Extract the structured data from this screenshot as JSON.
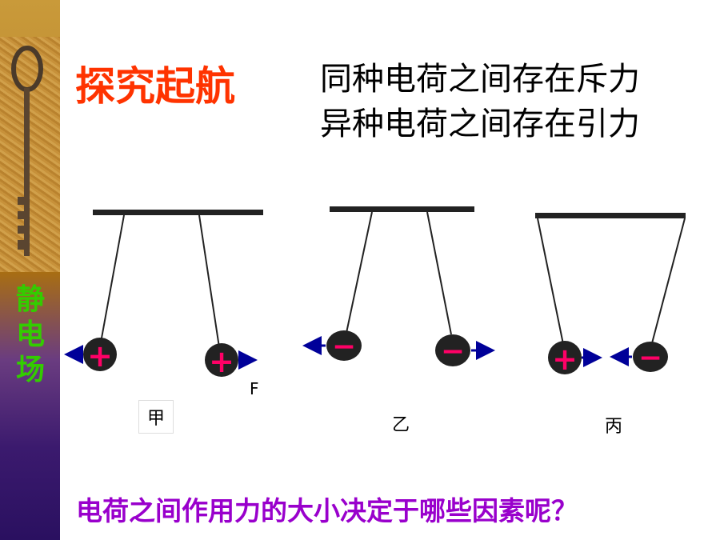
{
  "sidebar": {
    "title_chars": [
      "静",
      "电",
      "场"
    ],
    "picture": "key-icon"
  },
  "header": {
    "title": "探究起航",
    "rules": [
      "同种电荷之间存在斥力",
      "异种电荷之间存在引力"
    ]
  },
  "diagrams": [
    {
      "label": "甲",
      "charges": [
        "+",
        "+"
      ],
      "force_letter": "F"
    },
    {
      "label": "乙",
      "charges": [
        "−",
        "−"
      ]
    },
    {
      "label": "丙",
      "charges": [
        "+",
        "−"
      ]
    }
  ],
  "question": "电荷之间作用力的大小决定于哪些因素呢？",
  "colors": {
    "title": "#ff3300",
    "question": "#9900cc",
    "sidebar_text": "#33cc00",
    "charge_sign": "#ff0066",
    "arrow": "#000099",
    "ball": "#222222"
  }
}
